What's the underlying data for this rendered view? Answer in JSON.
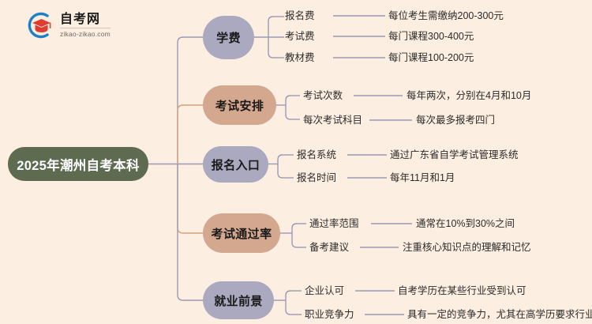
{
  "background_color": "#fceee0",
  "logo": {
    "icon": "graduation-cap-logo-icon",
    "title": "自考网",
    "subtitle": "zikao-zikao.com",
    "arc_color": "#1f7fc4",
    "cap_color": "#e03c31"
  },
  "center": {
    "label": "2025年潮州自考本科",
    "color": "#5f6b51",
    "text_color": "#ffffff"
  },
  "branches": [
    {
      "label": "学费",
      "color": "#aaa9c0",
      "line_color": "#9a9ab8",
      "children": [
        {
          "label": "报名费",
          "value": "每位考生需缴纳200-300元"
        },
        {
          "label": "考试费",
          "value": "每门课程300-400元"
        },
        {
          "label": "教材费",
          "value": "每门课程100-200元"
        }
      ]
    },
    {
      "label": "考试安排",
      "color": "#d4a78f",
      "line_color": "#d79f7e",
      "children": [
        {
          "label": "考试次数",
          "value": "每年两次，分别在4月和10月"
        },
        {
          "label": "每次考试科目",
          "value": "每次最多报考四门"
        }
      ]
    },
    {
      "label": "报名入口",
      "color": "#aaa9c0",
      "line_color": "#9a9ab8",
      "children": [
        {
          "label": "报名系统",
          "value": "通过广东省自学考试管理系统"
        },
        {
          "label": "报名时间",
          "value": "每年11月和1月"
        }
      ]
    },
    {
      "label": "考试通过率",
      "color": "#d4a78f",
      "line_color": "#d79f7e",
      "children": [
        {
          "label": "通过率范围",
          "value": "通常在10%到30%之间"
        },
        {
          "label": "备考建议",
          "value": "注重核心知识点的理解和记忆"
        }
      ]
    },
    {
      "label": "就业前景",
      "color": "#aaa9c0",
      "line_color": "#9a9ab8",
      "children": [
        {
          "label": "企业认可",
          "value": "自考学历在某些行业受到认可"
        },
        {
          "label": "职业竞争力",
          "value": "具有一定的竞争力，尤其在高学历要求行业"
        }
      ]
    }
  ]
}
